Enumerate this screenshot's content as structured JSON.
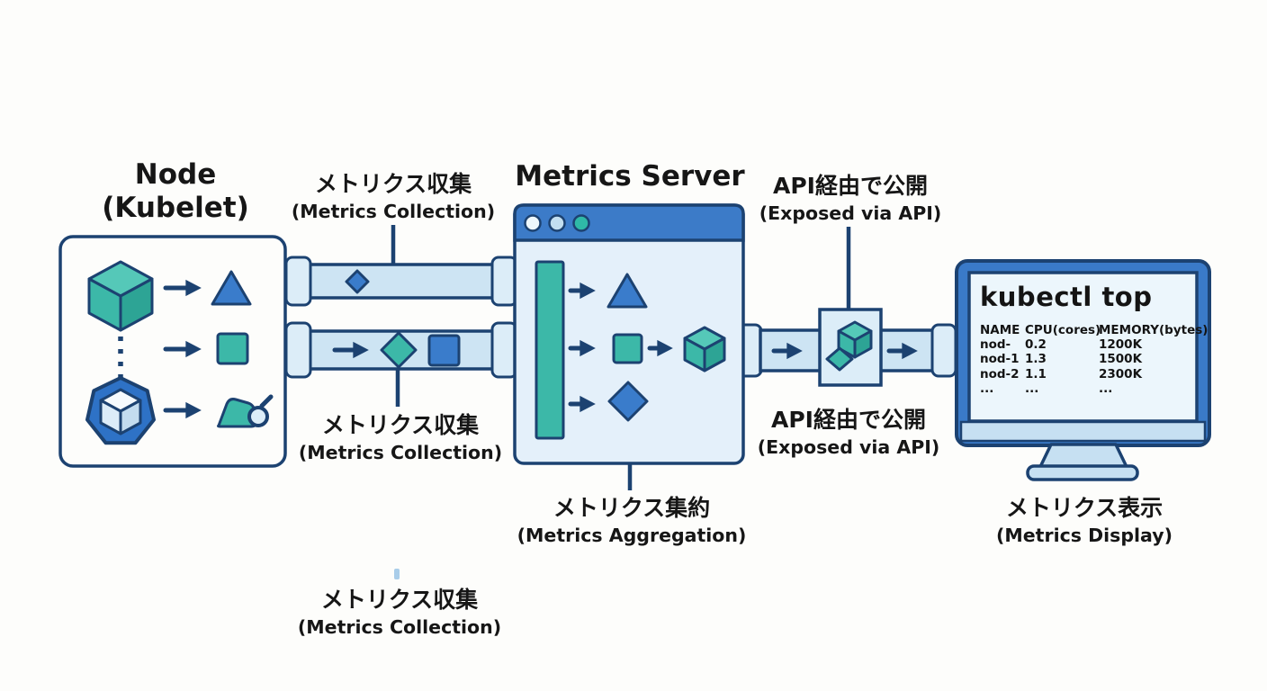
{
  "colors": {
    "paper": "#fdfdfb",
    "ink": "#161616",
    "navy": "#1c4271",
    "blue": "#3a7ccb",
    "teal": "#3cb8a8",
    "teal_top": "#55c8b8",
    "teal_dark": "#2da495",
    "heptagon": "#2e72c6",
    "pipe": "#cde4f3",
    "cap": "#dcedf8",
    "window": "#e4f0fa",
    "titlebar": "#3c7bc8",
    "frame": "#3a7ac8",
    "chin": "#c6e0f2",
    "screen": "#ecf6fc",
    "tick": "#a9cde9",
    "dot_white": "#eef7fb",
    "dot_lightblue": "#c3dff0",
    "dot_teal": "#2fb9a7"
  },
  "labels": {
    "node_title": "Node",
    "node_subtitle": "(Kubelet)",
    "metrics_server_title": "Metrics Server",
    "metrics_collection_jp": "メトリクス収集",
    "metrics_collection_en": "(Metrics Collection)",
    "exposed_api_jp": "API経由で公開",
    "exposed_api_en": "(Exposed via API)",
    "metrics_aggregation_jp": "メトリクス集約",
    "metrics_aggregation_en": "(Metrics Aggregation)",
    "metrics_display_jp": "メトリクス表示",
    "metrics_display_en": "(Metrics Display)"
  },
  "monitor": {
    "title": "kubectl top",
    "table": {
      "headers": [
        "NAME",
        "CPU(cores)",
        "MEMORY(bytes)"
      ],
      "rows": [
        [
          "nod-",
          "0.2",
          "1200K"
        ],
        [
          "nod-1",
          "1.3",
          "1500K"
        ],
        [
          "nod-2",
          "1.1",
          "2300K"
        ],
        [
          "...",
          "...",
          "..."
        ]
      ]
    }
  },
  "icons": {
    "pod_cube": "3d-cube",
    "node_heptagon": "kubernetes-heptagon-cube",
    "metric_triangle": "triangle",
    "metric_square": "square",
    "metric_diamond": "diamond",
    "aggregated_cube": "3d-cube",
    "api_cubes": "stacked-cubes",
    "window_buttons": "three-circles",
    "flow_arrow": "right-arrow"
  }
}
